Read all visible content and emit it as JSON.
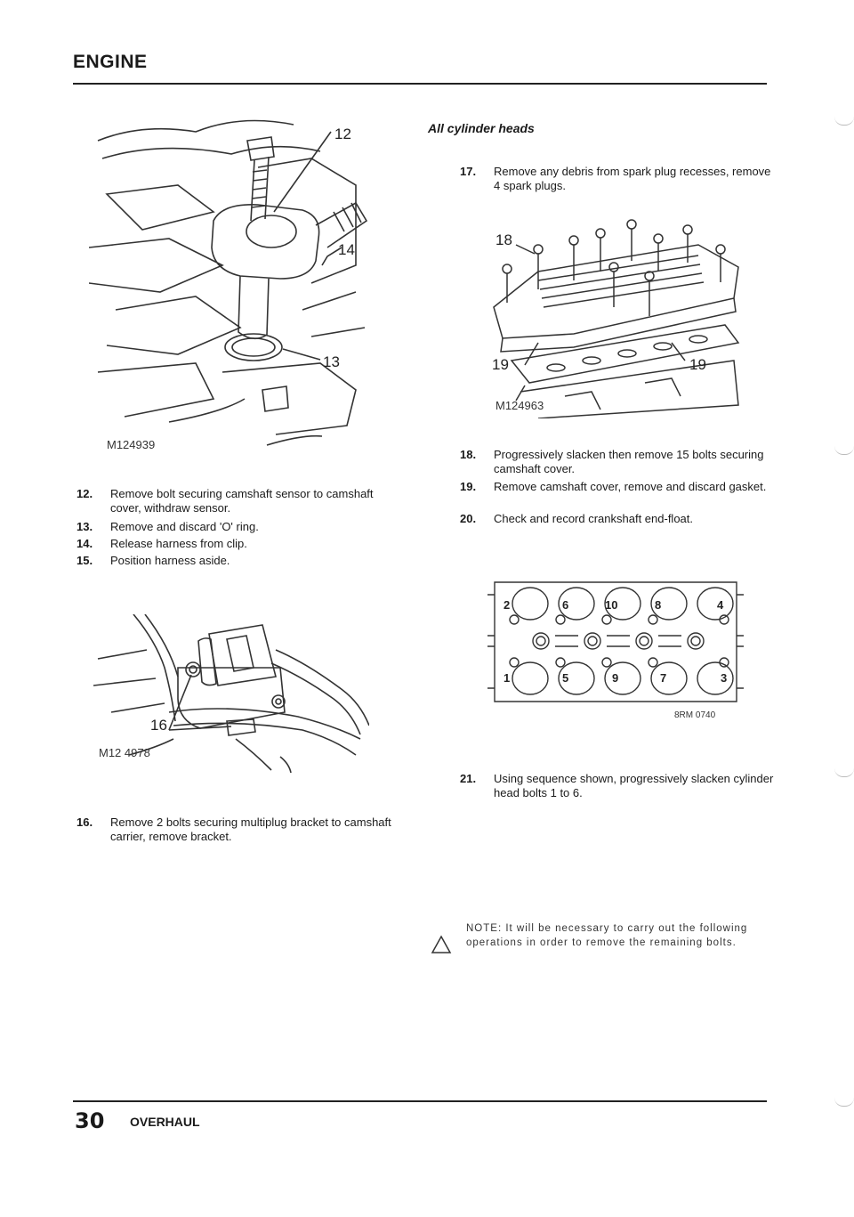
{
  "header": {
    "section": "ENGINE"
  },
  "footer": {
    "page_number": "30",
    "label": "OVERHAUL"
  },
  "left_column": {
    "figure1": {
      "ref": "M124939",
      "callouts": [
        "12",
        "14",
        "13"
      ]
    },
    "steps_a": [
      {
        "num": "12.",
        "text": "Remove bolt securing camshaft sensor to camshaft cover, withdraw sensor."
      },
      {
        "num": "13.",
        "text": "Remove and discard 'O' ring."
      },
      {
        "num": "14.",
        "text": "Release harness from clip."
      },
      {
        "num": "15.",
        "text": "Position harness aside."
      }
    ],
    "figure2": {
      "ref": "M12 4978",
      "callouts": [
        "16"
      ]
    },
    "steps_b": [
      {
        "num": "16.",
        "text": "Remove 2 bolts securing multiplug bracket to camshaft carrier, remove bracket."
      }
    ]
  },
  "right_column": {
    "subheading": "All cylinder heads",
    "steps_a": [
      {
        "num": "17.",
        "text": "Remove any debris from spark plug recesses, remove 4 spark plugs."
      }
    ],
    "figure3": {
      "ref": "M124963",
      "callouts": [
        "18",
        "19",
        "19"
      ]
    },
    "steps_b": [
      {
        "num": "18.",
        "text": "Progressively slacken then remove 15 bolts securing camshaft cover."
      },
      {
        "num": "19.",
        "text": "Remove camshaft cover, remove and discard gasket."
      },
      {
        "num": "20.",
        "text": "Check and record crankshaft end-float."
      }
    ],
    "figure4": {
      "ref": "8RM 0740",
      "bolt_labels": [
        "2",
        "6",
        "10",
        "8",
        "4",
        "1",
        "5",
        "9",
        "7",
        "3"
      ]
    },
    "steps_c": [
      {
        "num": "21.",
        "text": "Using sequence shown, progressively slacken cylinder head bolts 1 to 6."
      }
    ],
    "note": {
      "text": "NOTE: It will be necessary to carry out the following operations in order to remove the remaining bolts.",
      "icon": "warning-triangle-icon"
    }
  }
}
